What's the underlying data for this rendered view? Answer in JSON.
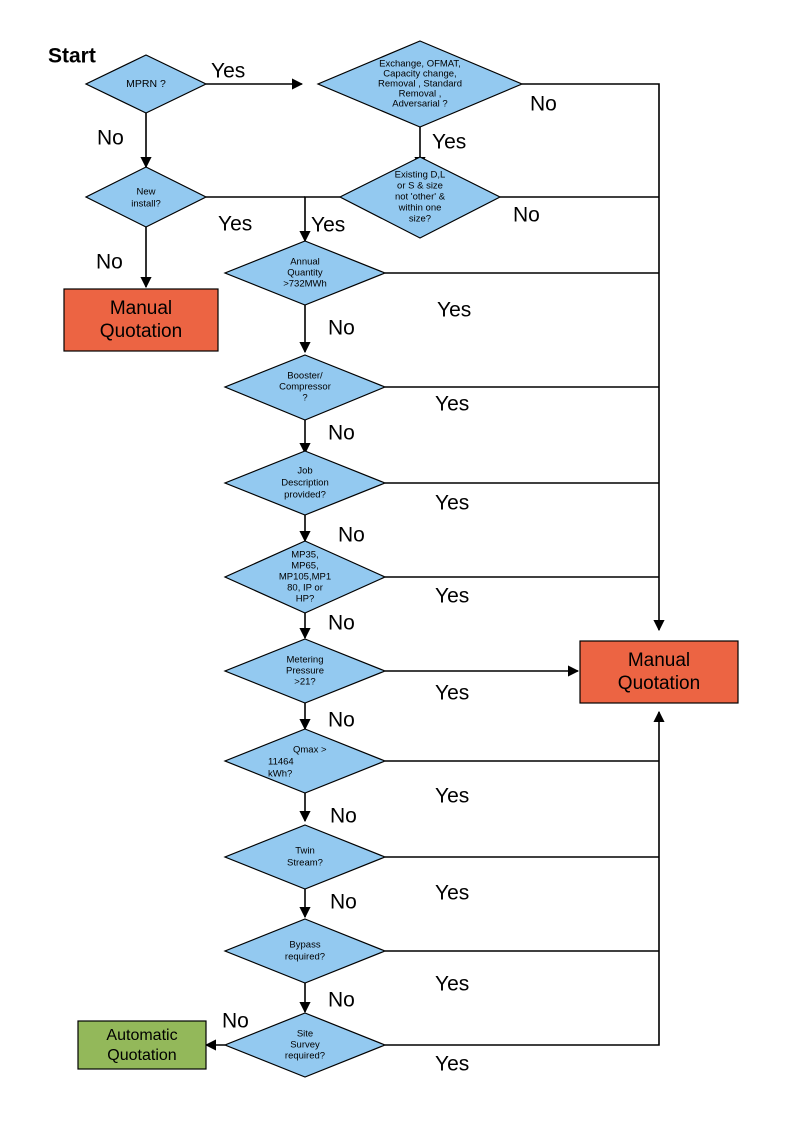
{
  "diagram": {
    "title_label": "Start",
    "colors": {
      "decision_fill": "#93C9F0",
      "manual_fill": "#EC6443",
      "automatic_fill": "#93B85A",
      "line": "#000000"
    },
    "nodes": {
      "mprn": {
        "id": "mprn",
        "type": "decision",
        "lines": [
          "MPRN ?"
        ]
      },
      "exchange": {
        "id": "exchange",
        "type": "decision",
        "lines": [
          "Exchange, OFMAT,",
          "Capacity change,",
          "Removal , Standard",
          "Removal ,",
          "Adversarial ?"
        ]
      },
      "new_install": {
        "id": "new-install",
        "type": "decision",
        "lines": [
          "New",
          "install?"
        ]
      },
      "existing_dls": {
        "id": "existing-dls",
        "type": "decision",
        "lines": [
          "Existing D,L",
          "or S & size",
          "not 'other' &",
          "within one",
          "size?"
        ]
      },
      "annual_quantity": {
        "id": "annual-quantity",
        "type": "decision",
        "lines": [
          "Annual",
          "Quantity",
          ">732MWh"
        ]
      },
      "booster": {
        "id": "booster-compressor",
        "type": "decision",
        "lines": [
          "Booster/",
          "Compressor",
          "?"
        ]
      },
      "job_description": {
        "id": "job-description",
        "type": "decision",
        "lines": [
          "Job",
          "Description",
          "provided?"
        ]
      },
      "mp_types": {
        "id": "mp-types",
        "type": "decision",
        "lines": [
          "MP35,",
          "MP65,",
          "MP105,MP1",
          "80, IP or",
          "HP?"
        ]
      },
      "metering_pressure": {
        "id": "metering-pressure",
        "type": "decision",
        "lines": [
          "Metering",
          "Pressure",
          ">21?"
        ]
      },
      "qmax": {
        "id": "qmax",
        "type": "decision",
        "lines": [
          "Qmax >",
          "11464",
          "kWh?"
        ]
      },
      "twin_stream": {
        "id": "twin-stream",
        "type": "decision",
        "lines": [
          "Twin",
          "Stream?"
        ]
      },
      "bypass": {
        "id": "bypass-required",
        "type": "decision",
        "lines": [
          "Bypass",
          "required?"
        ]
      },
      "site_survey": {
        "id": "site-survey",
        "type": "decision",
        "lines": [
          "Site",
          "Survey",
          "required?"
        ]
      },
      "manual_left": {
        "id": "manual-quotation-left",
        "type": "terminal",
        "lines": [
          "Manual",
          "Quotation"
        ]
      },
      "manual_right": {
        "id": "manual-quotation-right",
        "type": "terminal",
        "lines": [
          "Manual",
          "Quotation"
        ]
      },
      "automatic": {
        "id": "automatic-quotation",
        "type": "terminal",
        "lines": [
          "Automatic",
          "Quotation"
        ]
      }
    },
    "edge_labels": {
      "mprn_yes": "Yes",
      "mprn_no": "No",
      "exchange_no": "No",
      "exchange_yes": "Yes",
      "new_install_yes": "Yes",
      "new_install_no": "No",
      "existing_yes": "Yes",
      "existing_no": "No",
      "annual_yes": "Yes",
      "annual_no": "No",
      "booster_yes": "Yes",
      "booster_no": "No",
      "job_yes": "Yes",
      "job_no": "No",
      "mp_yes": "Yes",
      "mp_no": "No",
      "metering_yes": "Yes",
      "metering_no": "No",
      "qmax_yes": "Yes",
      "qmax_no": "No",
      "twin_yes": "Yes",
      "twin_no": "No",
      "bypass_yes": "Yes",
      "bypass_no": "No",
      "site_yes": "Yes",
      "site_no": "No"
    }
  }
}
